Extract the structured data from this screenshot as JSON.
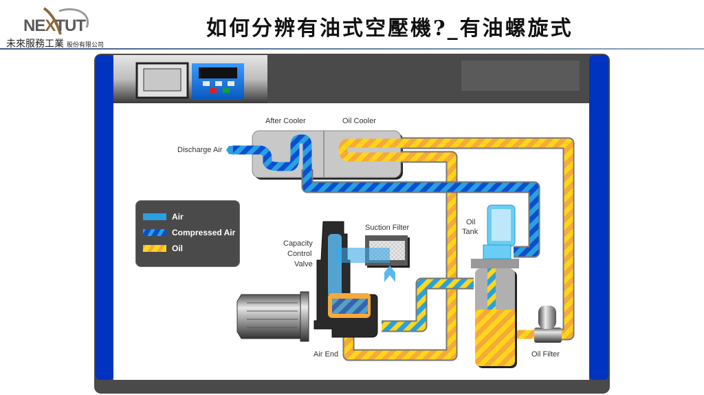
{
  "logo": {
    "brand": "NEXTUT",
    "brand_prefix": "NE",
    "brand_x": "X",
    "brand_suffix": "TUT",
    "company_name": "未來服務工業",
    "company_suffix": "股份有限公司"
  },
  "title": "如何分辨有油式空壓機?_有油螺旋式",
  "diagram": {
    "labels": {
      "after_cooler": "After Cooler",
      "oil_cooler": "Oil Cooler",
      "discharge_air": "Discharge Air",
      "suction_filter": "Suction Filter",
      "capacity_control_valve_1": "Capacity",
      "capacity_control_valve_2": "Control",
      "capacity_control_valve_3": "Valve",
      "oil_tank_1": "Oil",
      "oil_tank_2": "Tank",
      "air_end": "Air End",
      "oil_filter": "Oil Filter"
    },
    "legend": [
      {
        "label": "Air",
        "type": "air"
      },
      {
        "label": "Compressed Air",
        "type": "compressed-air"
      },
      {
        "label": "Oil",
        "type": "oil"
      }
    ],
    "colors": {
      "frame_blue": "#0033c0",
      "panel_dark": "#4a4a4a",
      "air_light": "#2aa0e0",
      "air_dark": "#0a4fd0",
      "oil_orange": "#f7a93a",
      "oil_yellow": "#ffd61a",
      "cooler_gray": "#c8c8c8",
      "control_blue": "#1a7ad8",
      "indicator_red": "#e02020",
      "indicator_green": "#10a040"
    }
  }
}
